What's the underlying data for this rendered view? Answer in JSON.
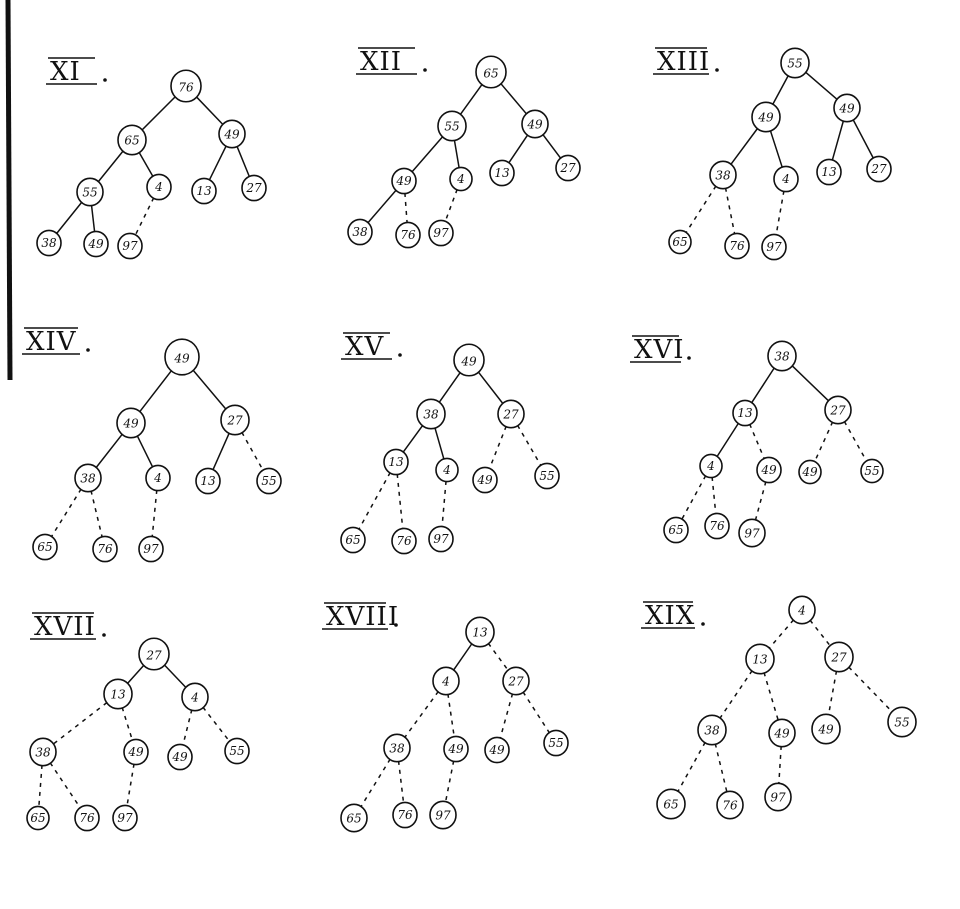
{
  "panels": [
    {
      "id": "xi",
      "label": "XI",
      "nodes": [
        "76",
        "65",
        "49",
        "55",
        "4",
        "13",
        "27",
        "38",
        "49",
        "97"
      ],
      "edges": [
        [
          0,
          1,
          "solid"
        ],
        [
          0,
          2,
          "solid"
        ],
        [
          1,
          3,
          "solid"
        ],
        [
          1,
          4,
          "solid"
        ],
        [
          2,
          5,
          "solid"
        ],
        [
          2,
          6,
          "solid"
        ],
        [
          3,
          7,
          "solid"
        ],
        [
          3,
          8,
          "solid"
        ],
        [
          4,
          9,
          "dashed"
        ]
      ]
    },
    {
      "id": "xii",
      "label": "XII",
      "nodes": [
        "65",
        "55",
        "49",
        "49",
        "4",
        "13",
        "27",
        "38",
        "76",
        "97"
      ],
      "edges": [
        [
          0,
          1,
          "solid"
        ],
        [
          0,
          2,
          "solid"
        ],
        [
          1,
          3,
          "solid"
        ],
        [
          1,
          4,
          "solid"
        ],
        [
          2,
          5,
          "solid"
        ],
        [
          2,
          6,
          "solid"
        ],
        [
          3,
          7,
          "solid"
        ],
        [
          3,
          8,
          "dashed"
        ],
        [
          4,
          9,
          "dashed"
        ]
      ]
    },
    {
      "id": "xiii",
      "label": "XIII",
      "nodes": [
        "55",
        "49",
        "49",
        "38",
        "4",
        "13",
        "27",
        "65",
        "76",
        "97"
      ],
      "edges": [
        [
          0,
          1,
          "solid"
        ],
        [
          0,
          2,
          "solid"
        ],
        [
          1,
          3,
          "solid"
        ],
        [
          1,
          4,
          "solid"
        ],
        [
          2,
          5,
          "solid"
        ],
        [
          2,
          6,
          "solid"
        ],
        [
          3,
          7,
          "dashed"
        ],
        [
          3,
          8,
          "dashed"
        ],
        [
          4,
          9,
          "dashed"
        ]
      ]
    },
    {
      "id": "xiv",
      "label": "XIV",
      "nodes": [
        "49",
        "49",
        "27",
        "38",
        "4",
        "13",
        "55",
        "65",
        "76",
        "97"
      ],
      "edges": [
        [
          0,
          1,
          "solid"
        ],
        [
          0,
          2,
          "solid"
        ],
        [
          1,
          3,
          "solid"
        ],
        [
          1,
          4,
          "solid"
        ],
        [
          2,
          5,
          "solid"
        ],
        [
          2,
          6,
          "dashed"
        ],
        [
          3,
          7,
          "dashed"
        ],
        [
          3,
          8,
          "dashed"
        ],
        [
          4,
          9,
          "dashed"
        ]
      ]
    },
    {
      "id": "xv",
      "label": "XV",
      "nodes": [
        "49",
        "38",
        "27",
        "13",
        "4",
        "49",
        "55",
        "65",
        "76",
        "97"
      ],
      "edges": [
        [
          0,
          1,
          "solid"
        ],
        [
          0,
          2,
          "solid"
        ],
        [
          1,
          3,
          "solid"
        ],
        [
          1,
          4,
          "solid"
        ],
        [
          2,
          5,
          "dashed"
        ],
        [
          2,
          6,
          "dashed"
        ],
        [
          3,
          7,
          "dashed"
        ],
        [
          3,
          8,
          "dashed"
        ],
        [
          4,
          9,
          "dashed"
        ]
      ]
    },
    {
      "id": "xvi",
      "label": "XVI",
      "nodes": [
        "38",
        "13",
        "27",
        "4",
        "49",
        "49",
        "55",
        "65",
        "76",
        "97"
      ],
      "edges": [
        [
          0,
          1,
          "solid"
        ],
        [
          0,
          2,
          "solid"
        ],
        [
          1,
          3,
          "solid"
        ],
        [
          1,
          4,
          "dashed"
        ],
        [
          2,
          5,
          "dashed"
        ],
        [
          2,
          6,
          "dashed"
        ],
        [
          3,
          7,
          "dashed"
        ],
        [
          3,
          8,
          "dashed"
        ],
        [
          4,
          9,
          "dashed"
        ]
      ]
    },
    {
      "id": "xvii",
      "label": "XVII",
      "nodes": [
        "27",
        "13",
        "4",
        "38",
        "49",
        "49",
        "55",
        "65",
        "76",
        "97"
      ],
      "edges": [
        [
          0,
          1,
          "solid"
        ],
        [
          0,
          2,
          "solid"
        ],
        [
          1,
          3,
          "dashed"
        ],
        [
          1,
          4,
          "dashed"
        ],
        [
          2,
          5,
          "dashed"
        ],
        [
          2,
          6,
          "dashed"
        ],
        [
          3,
          7,
          "dashed"
        ],
        [
          3,
          8,
          "dashed"
        ],
        [
          4,
          9,
          "dashed"
        ]
      ]
    },
    {
      "id": "xviii",
      "label": "XVIII",
      "nodes": [
        "13",
        "4",
        "27",
        "38",
        "49",
        "49",
        "55",
        "65",
        "76",
        "97"
      ],
      "edges": [
        [
          0,
          1,
          "solid"
        ],
        [
          0,
          2,
          "dashed"
        ],
        [
          1,
          3,
          "dashed"
        ],
        [
          1,
          4,
          "dashed"
        ],
        [
          2,
          5,
          "dashed"
        ],
        [
          2,
          6,
          "dashed"
        ],
        [
          3,
          7,
          "dashed"
        ],
        [
          3,
          8,
          "dashed"
        ],
        [
          4,
          9,
          "dashed"
        ]
      ]
    },
    {
      "id": "xix",
      "label": "XIX",
      "nodes": [
        "4",
        "13",
        "27",
        "38",
        "49",
        "49",
        "55",
        "65",
        "76",
        "97"
      ],
      "edges": [
        [
          0,
          1,
          "dashed"
        ],
        [
          0,
          2,
          "dashed"
        ],
        [
          1,
          3,
          "dashed"
        ],
        [
          1,
          4,
          "dashed"
        ],
        [
          2,
          5,
          "dashed"
        ],
        [
          2,
          6,
          "dashed"
        ],
        [
          3,
          7,
          "dashed"
        ],
        [
          3,
          8,
          "dashed"
        ],
        [
          4,
          9,
          "dashed"
        ]
      ]
    }
  ]
}
